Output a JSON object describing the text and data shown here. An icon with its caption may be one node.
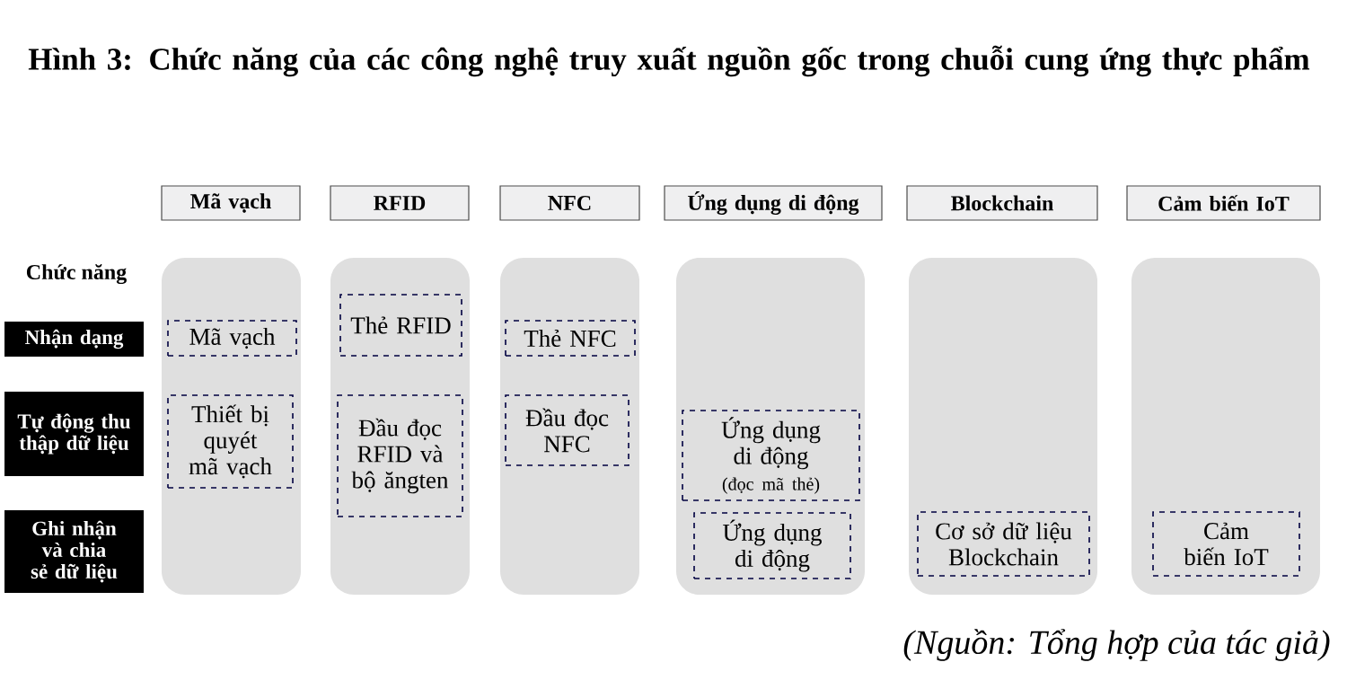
{
  "diagram": {
    "title": "Hình 3: Chức năng của các công nghệ truy xuất nguồn gốc trong chuỗi cung ứng thực phẩm",
    "nodes": [
      {
        "text": [
          "Mã vạch"
        ]
      },
      {
        "text": [
          "RFID"
        ]
      },
      {
        "text": [
          "NFC"
        ]
      },
      {
        "text": [
          "Ứng dụng di động"
        ]
      },
      {
        "text": [
          "Blockchain"
        ]
      },
      {
        "text": [
          "Cảm biến IoT"
        ]
      },
      {
        "text": [
          "Nhận dạng"
        ]
      },
      {
        "text": [
          "Tự động thu thập dữ liệu"
        ]
      },
      {
        "text": [
          "Ghi nhận và chia sẻ dữ liệu"
        ]
      },
      {
        "text": [],
        "shape": "box"
      },
      {
        "text": [
          "Mã vạch"
        ],
        "in": 9
      },
      {
        "text": [
          "Thiết bị quyét mã vạch"
        ],
        "in": 9
      },
      {
        "text": [],
        "shape": "box"
      },
      {
        "text": [
          "Thẻ RFID"
        ],
        "in": 12
      },
      {
        "text": [
          "Đầu đọc RFID và bộ ăngten"
        ],
        "in": 12
      },
      {
        "text": [],
        "shape": "box"
      },
      {
        "text": [
          "Thẻ NFC"
        ],
        "in": 15
      },
      {
        "text": [
          "Đầu đọc NFC"
        ],
        "in": 15
      },
      {
        "text": [],
        "shape": "box"
      },
      {
        "text": [
          "Ứng dụng di động",
          "(đọc mã thẻ)"
        ],
        "in": 18
      },
      {
        "text": [
          "Ứng dụng di động"
        ],
        "in": 18
      },
      {
        "text": [],
        "shape": "box"
      },
      {
        "text": [
          "Cơ sở dữ liệu Blockchain"
        ],
        "in": 21
      },
      {
        "text": [],
        "shape": "box"
      },
      {
        "text": [
          "Cảm biến IoT"
        ],
        "in": 23
      }
    ],
    "labels": [
      "Chức năng"
    ],
    "caption": "(Nguồn: Tổng hợp của tác giả)"
  }
}
